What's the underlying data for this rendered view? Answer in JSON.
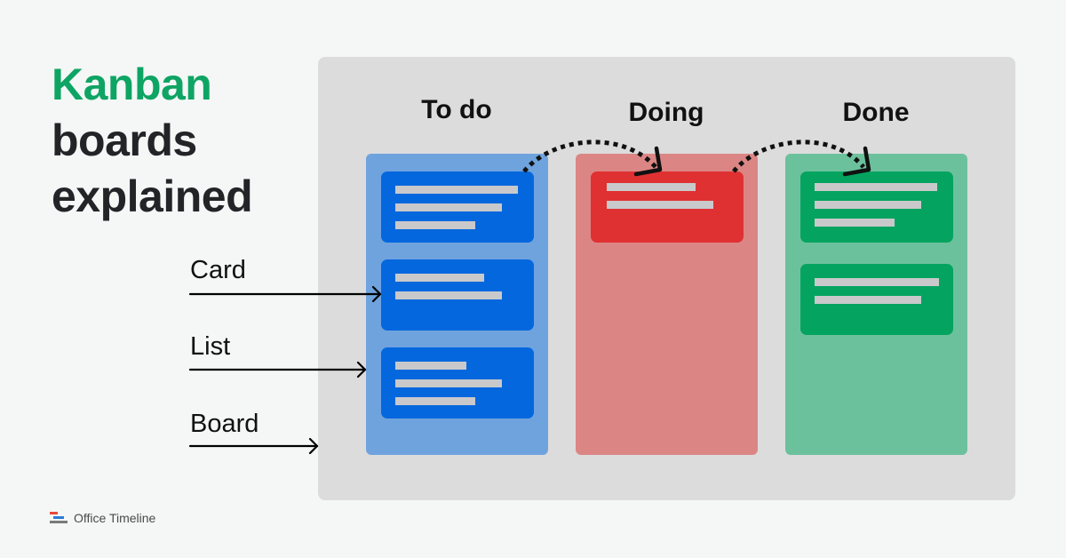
{
  "title": {
    "accent": "Kanban",
    "line2": "boards",
    "line3": "explained"
  },
  "columns": [
    {
      "title": "To do",
      "color": "#6fa3de",
      "card_color": "#0567de"
    },
    {
      "title": "Doing",
      "color": "#db8685",
      "card_color": "#e03132"
    },
    {
      "title": "Done",
      "color": "#6cc19d",
      "card_color": "#04a460"
    }
  ],
  "labels": {
    "card": "Card",
    "list": "List",
    "board": "Board"
  },
  "footer": {
    "brand": "Office Timeline"
  },
  "colors": {
    "accent": "#0ea464",
    "background": "#f4f7f6",
    "board": "#dcdcdc"
  }
}
